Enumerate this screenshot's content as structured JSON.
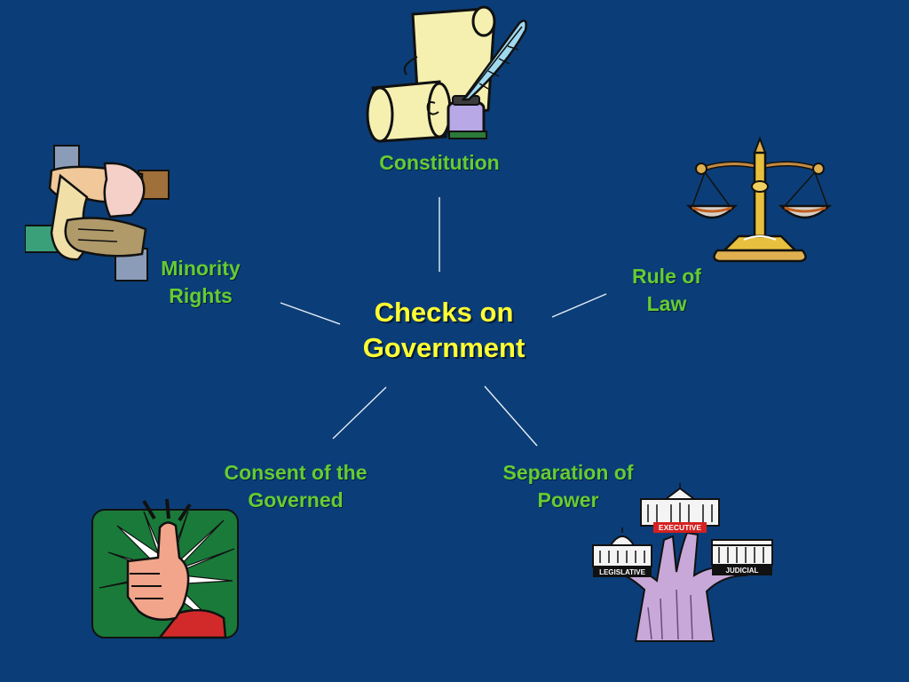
{
  "central": {
    "line1": "Checks on",
    "line2": "Government"
  },
  "nodes": {
    "constitution": {
      "line1": "Constitution"
    },
    "rule_of_law": {
      "line1": "Rule of",
      "line2": "Law"
    },
    "minority_rights": {
      "line1": "Minority",
      "line2": "Rights"
    },
    "consent": {
      "line1": "Consent of the",
      "line2": "Governed"
    },
    "separation": {
      "line1": "Separation of",
      "line2": "Power"
    }
  },
  "branches": {
    "executive": "EXECUTIVE",
    "legislative": "LEGISLATIVE",
    "judicial": "JUDICIAL"
  },
  "icons": [
    "scroll-quill-icon",
    "justice-scales-icon",
    "joined-hands-icon",
    "thumbs-up-icon",
    "government-tree-icon"
  ],
  "colors": {
    "background": "#0b3e78",
    "central_text": "#ffff33",
    "node_text": "#66cc33",
    "connector": "#e8eef6"
  }
}
